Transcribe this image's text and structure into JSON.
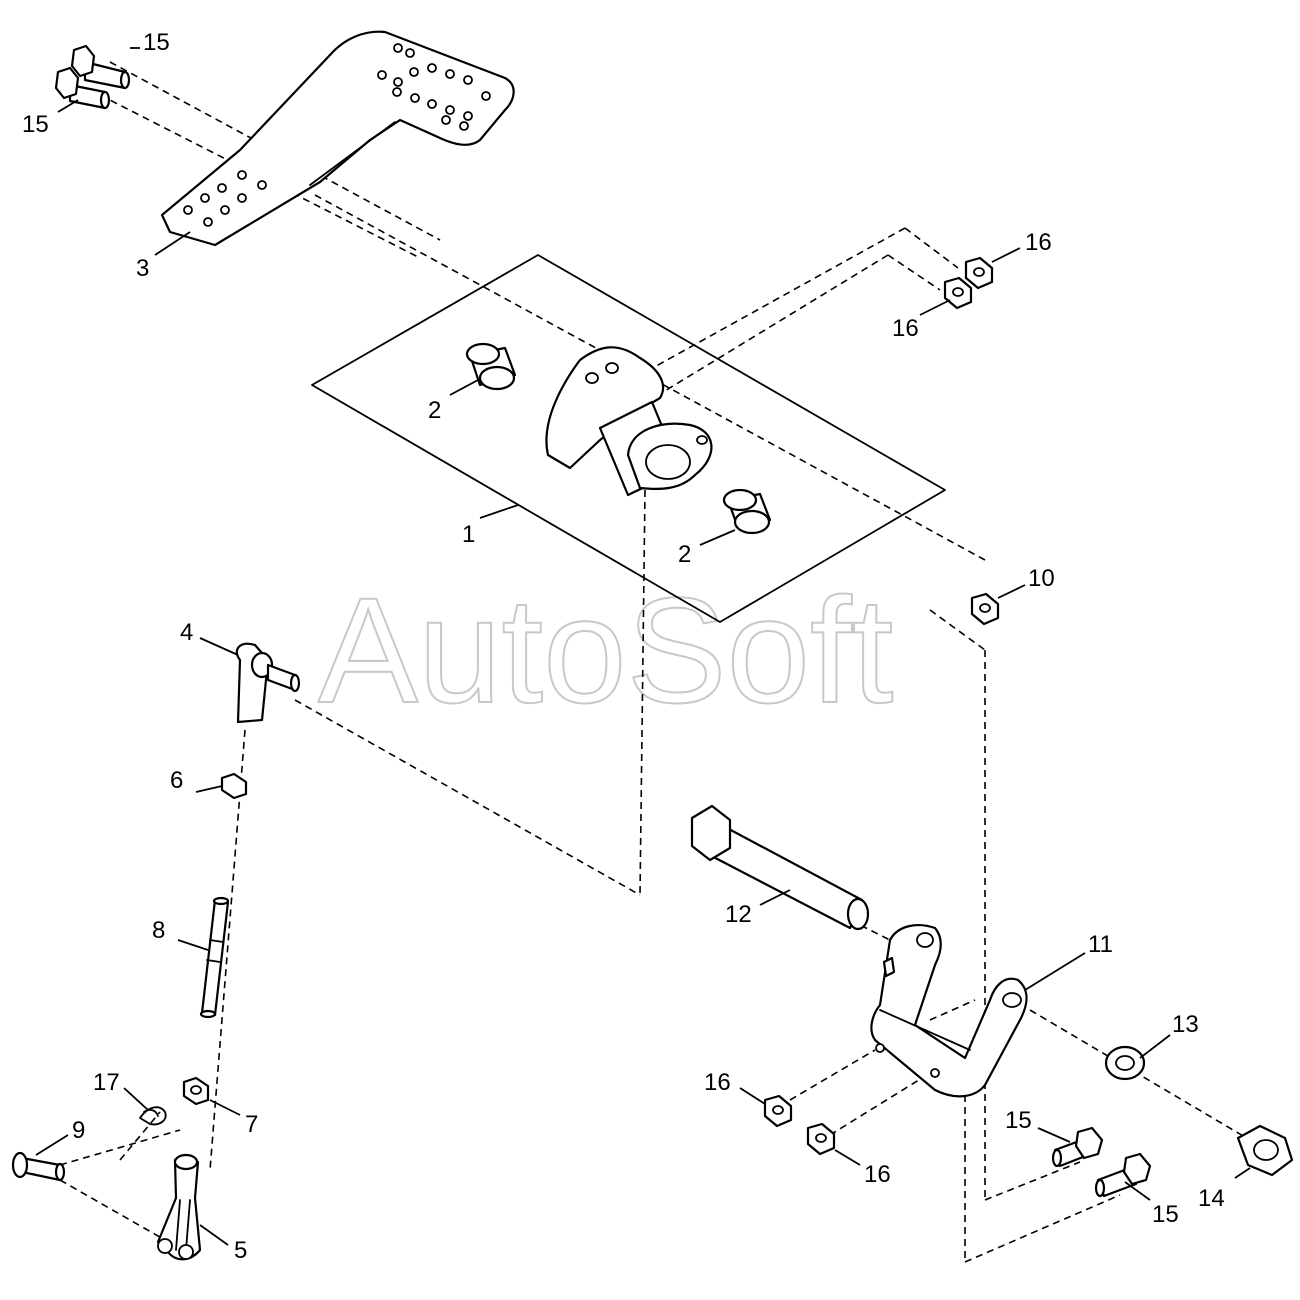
{
  "watermark": "AutoSoft",
  "callouts": [
    {
      "id": "c1",
      "label": "1"
    },
    {
      "id": "c2a",
      "label": "2"
    },
    {
      "id": "c2b",
      "label": "2"
    },
    {
      "id": "c3",
      "label": "3"
    },
    {
      "id": "c4",
      "label": "4"
    },
    {
      "id": "c5",
      "label": "5"
    },
    {
      "id": "c6",
      "label": "6"
    },
    {
      "id": "c7",
      "label": "7"
    },
    {
      "id": "c8",
      "label": "8"
    },
    {
      "id": "c9",
      "label": "9"
    },
    {
      "id": "c10",
      "label": "10"
    },
    {
      "id": "c11",
      "label": "11"
    },
    {
      "id": "c12",
      "label": "12"
    },
    {
      "id": "c13",
      "label": "13"
    },
    {
      "id": "c14",
      "label": "14"
    },
    {
      "id": "c15a",
      "label": "15"
    },
    {
      "id": "c15b",
      "label": "15"
    },
    {
      "id": "c15c",
      "label": "15"
    },
    {
      "id": "c15d",
      "label": "15"
    },
    {
      "id": "c16a",
      "label": "16"
    },
    {
      "id": "c16b",
      "label": "16"
    },
    {
      "id": "c16c",
      "label": "16"
    },
    {
      "id": "c16d",
      "label": "16"
    },
    {
      "id": "c17",
      "label": "17"
    }
  ]
}
